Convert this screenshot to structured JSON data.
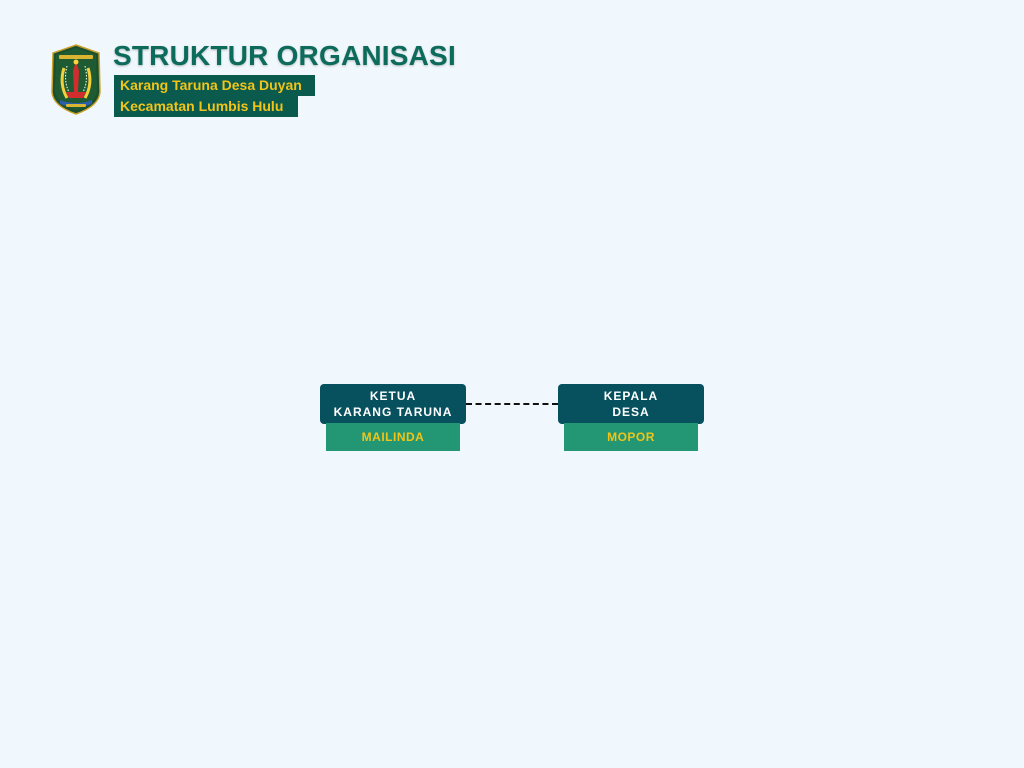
{
  "header": {
    "title": "STRUKTUR ORGANISASI",
    "subtitle_line1": "Karang Taruna Desa Duyan",
    "subtitle_line2": "Kecamatan Lumbis Hulu",
    "logo_icon": "regional-emblem-icon"
  },
  "org_chart": {
    "nodes": [
      {
        "role_line1": "KETUA",
        "role_line2": "KARANG TARUNA",
        "name": "MAILINDA"
      },
      {
        "role_line1": "KEPALA",
        "role_line2": "DESA",
        "name": "MOPOR"
      }
    ],
    "connector_style": "dashed"
  },
  "colors": {
    "background": "#f0f8fe",
    "title": "#0c6b5a",
    "subtitle_bg": "#0b5a4e",
    "accent_yellow": "#f2c418",
    "role_box": "#07505e",
    "name_box": "#239774"
  }
}
